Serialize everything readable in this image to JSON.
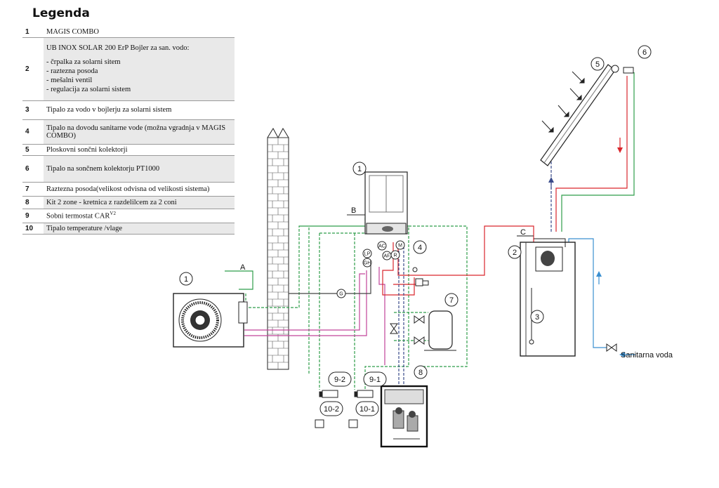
{
  "legend": {
    "title": "Legenda",
    "items": [
      {
        "num": "1",
        "text": "MAGIS COMBO"
      },
      {
        "num": "2",
        "text": "UB INOX SOLAR 200 ErP Bojler za san. vodo:",
        "sub": [
          "- črpalka za solarni sitem",
          "- raztezna posoda",
          "-  mešalni ventil",
          "-  regulacija za solarni sistem"
        ]
      },
      {
        "num": "3",
        "text": "Tipalo za vodo v bojlerju za solarni sistem"
      },
      {
        "num": "4",
        "text": "Tipalo na dovodu sanitarne vode  (možna vgradnja v MAGIS COMBO)"
      },
      {
        "num": "5",
        "text": "Ploskovni sončni kolektorji"
      },
      {
        "num": "6",
        "text": "Tipalo na sončnem kolektorju PT1000"
      },
      {
        "num": "7",
        "text": "Raztezna posoda(velikost odvisna od velikosti sistema)"
      },
      {
        "num": "8",
        "text": "Kit 2 zone - kretnica z razdelilcem za 2 coni"
      },
      {
        "num": "9",
        "text": "Sobni termostat CAR",
        "sup": "V2"
      },
      {
        "num": "10",
        "text": "Tipalo temperature /vlage"
      }
    ]
  },
  "diagram": {
    "callouts": {
      "outdoor_unit": "1",
      "indoor_unit": "1",
      "tank": "2",
      "tank_sensor": "3",
      "dhw_sensor": "4",
      "collector": "5",
      "collector_sensor": "6",
      "expansion_vessel": "7",
      "zone_kit": "8",
      "thermostat_2": "9-2",
      "thermostat_1": "9-1",
      "sensor_2": "10-2",
      "sensor_1": "10-1"
    },
    "line_labels": {
      "a": "A",
      "b": "B",
      "c": "C",
      "g": "G"
    },
    "connection_labels": {
      "lp": "LP",
      "gh": "GH",
      "ac": "AC",
      "af": "AF",
      "r": "R",
      "m": "M"
    },
    "sanitary_water": "Sanitarna voda",
    "colors": {
      "red": "#d9262c",
      "blue": "#3a8fd0",
      "green": "#2f9e4a",
      "pink": "#c2449a",
      "navy": "#3a4b8a",
      "dark": "#222222"
    }
  }
}
